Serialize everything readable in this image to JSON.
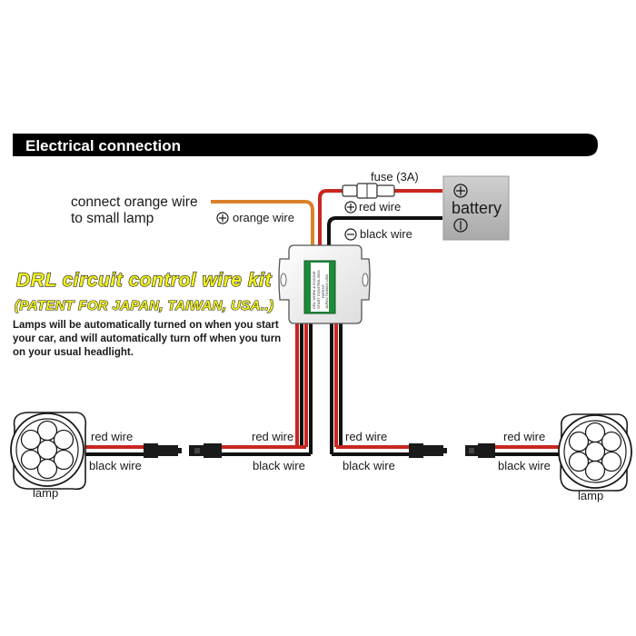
{
  "header": {
    "title": "Electrical connection"
  },
  "kit": {
    "title": "DRL circuit control wire kit",
    "subtitle": "(PATENT FOR JAPAN, TAIWAN, USA..)",
    "description": "Lamps will be automatically turned on when you start your car, and will automatically turn off when you turn on your usual headlight."
  },
  "labels": {
    "orange_instruction_1": "connect orange wire",
    "orange_instruction_2": "to small lamp",
    "orange_wire": "orange wire",
    "fuse": "fuse (3A)",
    "red_wire_top": "red wire",
    "black_wire_top": "black wire",
    "battery": "battery",
    "red_wire_left": "red wire",
    "black_wire_left": "black wire",
    "red_wire_center_left": "red wire",
    "black_wire_center_left": "black wire",
    "red_wire_center_right": "red wire",
    "black_wire_center_right": "black wire",
    "red_wire_right": "red wire",
    "black_wire_right": "black wire",
    "lamp_left": "lamp",
    "lamp_right": "lamp"
  },
  "control_box": {
    "line1": "DRL WORK & ENGINE",
    "line2": "START CONTROL BOX",
    "line3": "PATENT",
    "line4": "JAPAN TAIWAN USA"
  },
  "colors": {
    "red_wire": "#c8261e",
    "black_wire": "#111111",
    "orange_wire": "#d9822b",
    "header_bg": "#000000",
    "kit_yellow": "#f2f21e",
    "battery_fill": "#bdbdbd",
    "box_green": "#1f8a3a"
  }
}
